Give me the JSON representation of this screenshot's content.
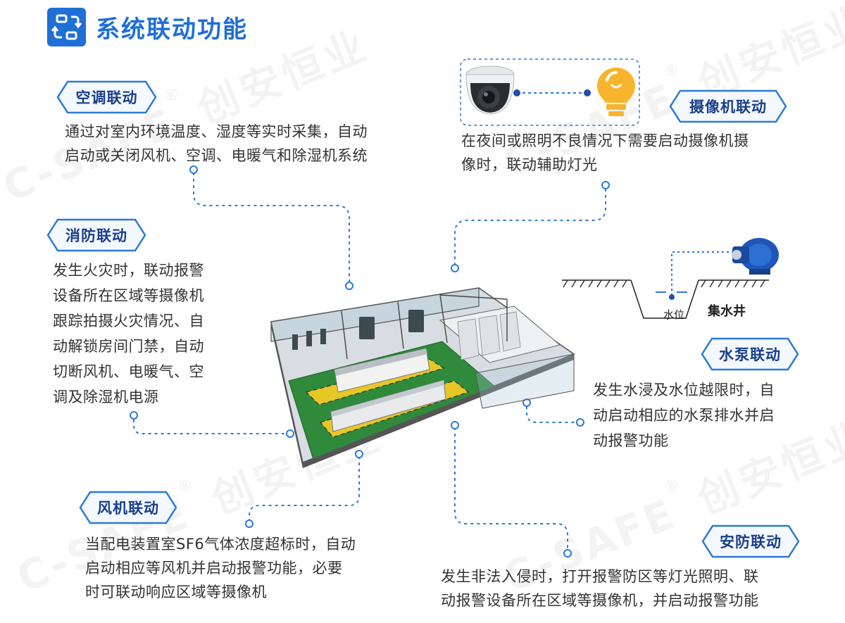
{
  "page_title": "系统联动功能",
  "watermark": {
    "latin": "C-SAFE",
    "reg": "®",
    "cjk": "创安恒业"
  },
  "colors": {
    "brand_blue": "#1f6fd6",
    "tag_text": "#1a3f8a",
    "line_blue": "#2b7ad8"
  },
  "sections": {
    "ac": {
      "label": "空调联动",
      "text": [
        "通过对室内环境温度、湿度等实时采集，自动",
        "启动或关闭风机、空调、电暖气和除湿机系统"
      ]
    },
    "camera": {
      "label": "摄像机联动",
      "text": [
        "在夜间或照明不良情况下需要启动摄像机摄",
        "像时，联动辅助灯光"
      ]
    },
    "fire": {
      "label": "消防联动",
      "text": [
        "发生火灾时，联动报警",
        "设备所在区域等摄像机",
        "跟踪拍摄火灾情况、自",
        "动解锁房间门禁，自动",
        "切断风机、电暖气、空",
        "调及除湿机电源"
      ]
    },
    "pump": {
      "label": "水泵联动",
      "text": [
        "发生水浸及水位越限时，自",
        "动启动相应的水泵排水并启",
        "动报警功能"
      ]
    },
    "fan": {
      "label": "风机联动",
      "text": [
        "当配电装置室SF6气体浓度超标时，自动",
        "启动相应等风机并启动报警功能，必要",
        "时可联动响应区域等摄像机"
      ]
    },
    "security": {
      "label": "安防联动",
      "text": [
        "发生非法入侵时，打开报警防区等灯光照明、联",
        "动报警设备所在区域等摄像机，并启动报警功能"
      ]
    }
  },
  "well": {
    "water_level_label": "水位",
    "well_label": "集水井"
  },
  "icons": [
    "linkage-icon",
    "camera-icon",
    "lightbulb-icon",
    "water-pump-icon"
  ]
}
